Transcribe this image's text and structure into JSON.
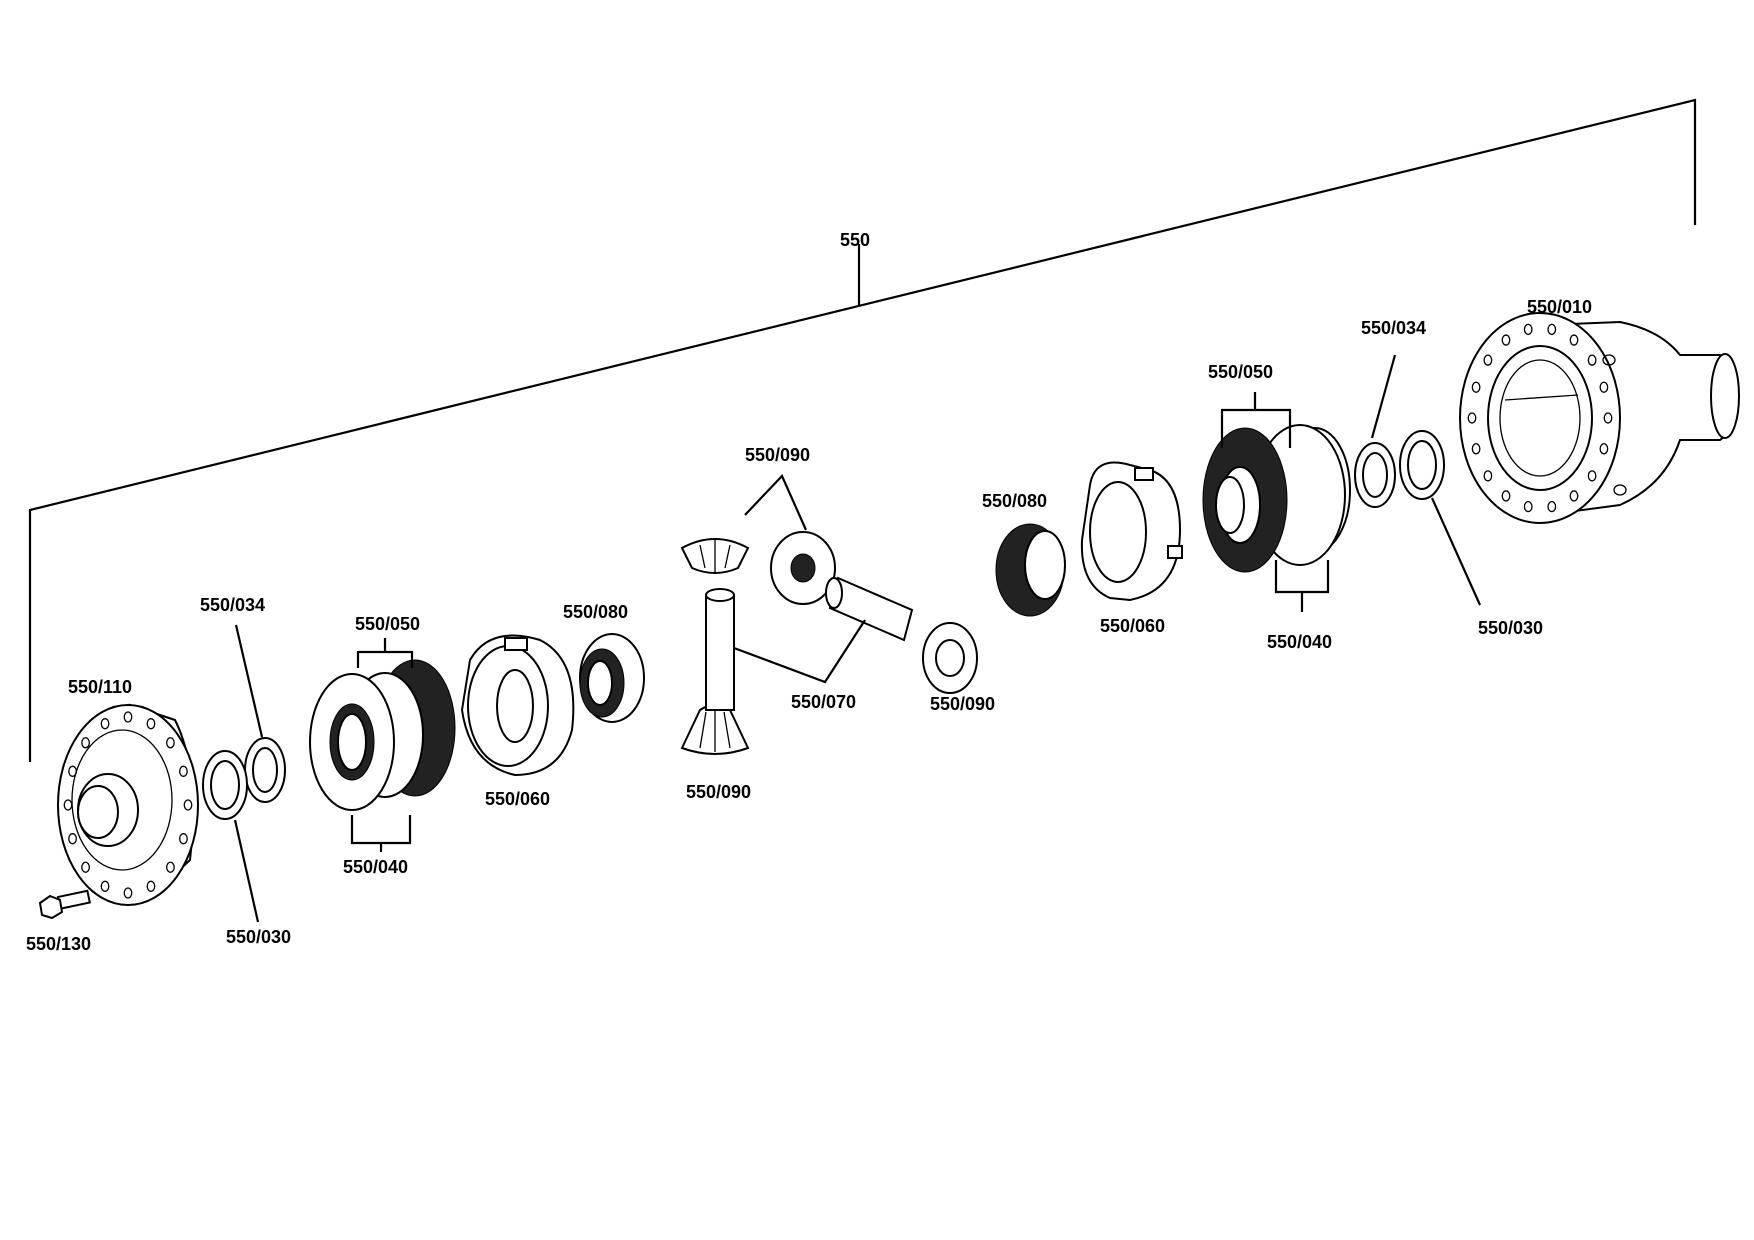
{
  "assembly": {
    "label": "550"
  },
  "callouts": {
    "c010": "550/010",
    "c034_right": "550/034",
    "c050_right": "550/050",
    "c080_right": "550/080",
    "c060_right": "550/060",
    "c040_right": "550/040",
    "c030_right": "550/030",
    "c090_top": "550/090",
    "c070": "550/070",
    "c090_right": "550/090",
    "c090_bottom": "550/090",
    "c080_left": "550/080",
    "c060_left": "550/060",
    "c050_left": "550/050",
    "c040_left": "550/040",
    "c034_left": "550/034",
    "c030_left": "550/030",
    "c110": "550/110",
    "c130": "550/130"
  }
}
